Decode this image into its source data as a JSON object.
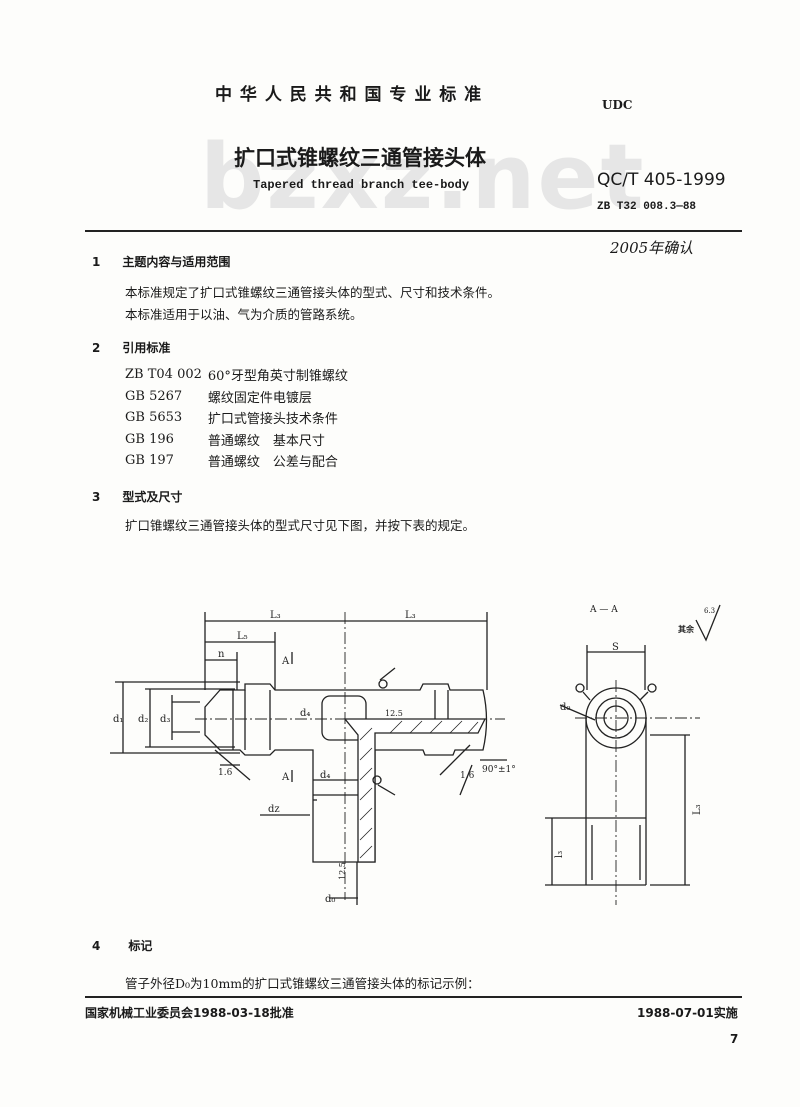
{
  "header": {
    "org": "中 华 人 民 共 和 国 专 业 标 准",
    "udc": "UDC",
    "title_cn": "扩口式锥螺纹三通管接头体",
    "title_en": "Tapered thread branch tee-body",
    "std_no": "QC/T 405-1999",
    "old_no": "ZB T32 008.3—88",
    "handwritten": "2005年确认",
    "watermark": "bzxz.net"
  },
  "sections": [
    {
      "num": "1",
      "title": "主题内容与适用范围",
      "paras": [
        "本标准规定了扩口式锥螺纹三通管接头体的型式、尺寸和技术条件。",
        "本标准适用于以油、气为介质的管路系统。"
      ]
    },
    {
      "num": "2",
      "title": "引用标准",
      "refs": [
        {
          "code": "ZB T04 002",
          "name": "60°牙型角英寸制锥螺纹"
        },
        {
          "code": "GB 5267",
          "name": "螺纹固定件电镀层"
        },
        {
          "code": "GB 5653",
          "name": "扩口式管接头技术条件"
        },
        {
          "code": "GB 196",
          "name": "普通螺纹　基本尺寸"
        },
        {
          "code": "GB 197",
          "name": "普通螺纹　公差与配合"
        }
      ]
    },
    {
      "num": "3",
      "title": "型式及尺寸",
      "paras": [
        "扩口锥螺纹三通管接头体的型式尺寸见下图，并按下表的规定。"
      ]
    },
    {
      "num": "4",
      "title": "标记",
      "paras": [
        "管子外径D₀为10mm的扩口式锥螺纹三通管接头体的标记示例："
      ]
    }
  ],
  "drawing": {
    "L3_left": "L₃",
    "L3_right": "L₃",
    "L5": "L₅",
    "n": "n",
    "A_top": "A",
    "A_bottom": "A",
    "d1": "d₁",
    "d2": "d₂",
    "d3": "d₃",
    "d4": "d₄",
    "d4b": "d₄",
    "dz": "dz",
    "d0": "d₀",
    "ra_12_5_top": "12.5",
    "ra_12_5_bottom": "12.5",
    "ra_1_6_left": "1.6",
    "ra_1_6_right": "1.6",
    "angle": "90°±1°",
    "section": "A — A",
    "rest": "其余",
    "rest_ra": "6.3",
    "S": "S",
    "d0_side": "d₀",
    "L3_side": "L₃",
    "l3_side": "l₃"
  },
  "footer": {
    "approved": "国家机械工业委员会1988-03-18批准",
    "effective": "1988-07-01实施",
    "page": "7"
  }
}
